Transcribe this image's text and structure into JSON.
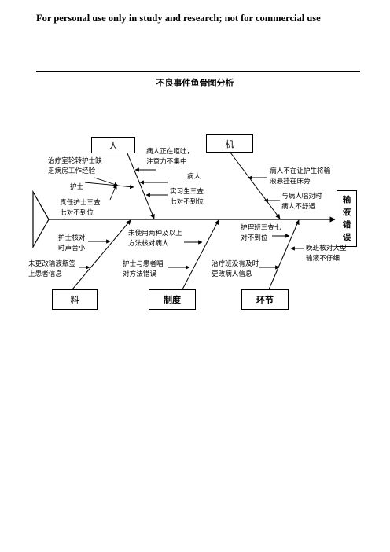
{
  "disclaimer": "For personal use only in study and research; not for commercial use",
  "title": "不良事件鱼骨图分析",
  "effect": [
    "输",
    "液",
    "错",
    "误"
  ],
  "categories": {
    "people": "人",
    "machine": "机",
    "material": "料",
    "system": "制度",
    "environment": "环节"
  },
  "causes": {
    "c1": [
      "治疗室轮转护士缺",
      "乏病房工作经验"
    ],
    "c2": "护士",
    "c3": [
      "责任护士三查",
      "七对不到位"
    ],
    "c4": [
      "病人正在呕吐，",
      "注意力不集中"
    ],
    "c5": "病人",
    "c6": [
      "实习生三查",
      "七对不到位"
    ],
    "c7": [
      "病人不在让护生将输",
      "液悬挂在床旁"
    ],
    "c8": [
      "与病人唱对时",
      "病人不舒适"
    ],
    "c9": [
      "护士核对",
      "时声音小"
    ],
    "c10": [
      "未更改输液瓶签",
      "上患者信息"
    ],
    "c11": [
      "未使用两种及以上",
      "方法核对病人"
    ],
    "c12": [
      "护士与患者唱",
      "对方法错误"
    ],
    "c13": [
      "护理班三查七",
      "对不到位"
    ],
    "c14": [
      "治疗班没有及时",
      "更改病人信息"
    ],
    "c15": [
      "晚班核对大型",
      "输液不仔细"
    ]
  }
}
